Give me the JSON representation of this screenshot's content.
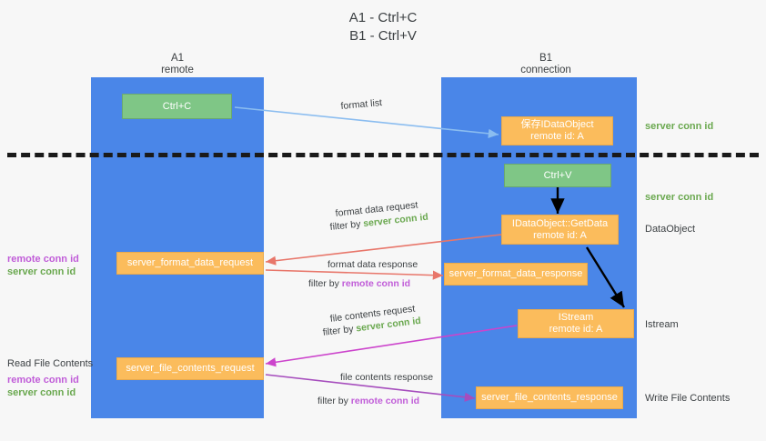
{
  "title": "A1 - Ctrl+C\nB1 - Ctrl+V",
  "lanes": [
    {
      "name": "A1",
      "sub": "remote"
    },
    {
      "name": "B1",
      "sub": "connection"
    }
  ],
  "boxes": {
    "ctrl_c": {
      "line1": "Ctrl+C",
      "line2": ""
    },
    "save_idataobject": {
      "line1": "保存IDataObject",
      "line2": "remote id: A"
    },
    "ctrl_v": {
      "line1": "Ctrl+V",
      "line2": ""
    },
    "getdata": {
      "line1": "IDataObject::GetData",
      "line2": "remote id: A"
    },
    "server_format_data_request": {
      "line1": "server_format_data_request",
      "line2": ""
    },
    "server_format_data_response": {
      "line1": "server_format_data_response",
      "line2": ""
    },
    "istream": {
      "line1": "IStream",
      "line2": "remote id: A"
    },
    "server_file_contents_request": {
      "line1": "server_file_contents_request",
      "line2": ""
    },
    "server_file_contents_response": {
      "line1": "server_file_contents_response",
      "line2": ""
    }
  },
  "edge_labels": {
    "format_list": "format list",
    "format_data_request": "format data request",
    "format_data_request_filter_prefix": "filter by ",
    "format_data_request_filter_value": "server conn id",
    "format_data_response": "format data response",
    "format_data_response_filter_prefix": "filter by ",
    "format_data_response_filter_value": "remote conn id",
    "file_contents_request": "file contents request",
    "file_contents_request_filter_prefix": "filter by ",
    "file_contents_request_filter_value": "server conn id",
    "file_contents_response": "file contents response",
    "file_contents_response_filter_prefix": "filter by ",
    "file_contents_response_filter_value": "remote conn id"
  },
  "right_labels": {
    "server_conn_id_top": "server conn id",
    "server_conn_id_mid": "server conn id",
    "dataobject": "DataObject",
    "istream": "Istream",
    "write_file_contents": "Write File Contents"
  },
  "left_labels": {
    "remote_conn_id_mid": "remote conn id",
    "server_conn_id_mid": "server conn id",
    "read_file_contents": "Read File Contents",
    "remote_conn_id_low": "remote conn id",
    "server_conn_id_low": "server conn id"
  },
  "colors": {
    "lane": "#4a86e8",
    "green_box": "#7fc686",
    "orange_box": "#fbbc5c",
    "green_text": "#6aa84f",
    "purple_text": "#c05cd8",
    "arrow_blue": "#8bbdf0",
    "arrow_red": "#e8766a",
    "arrow_magenta": "#cc44cc",
    "arrow_purple": "#a64dbd",
    "arrow_black": "#000000",
    "separator": "#1a1a1a",
    "background": "#f7f7f7"
  }
}
